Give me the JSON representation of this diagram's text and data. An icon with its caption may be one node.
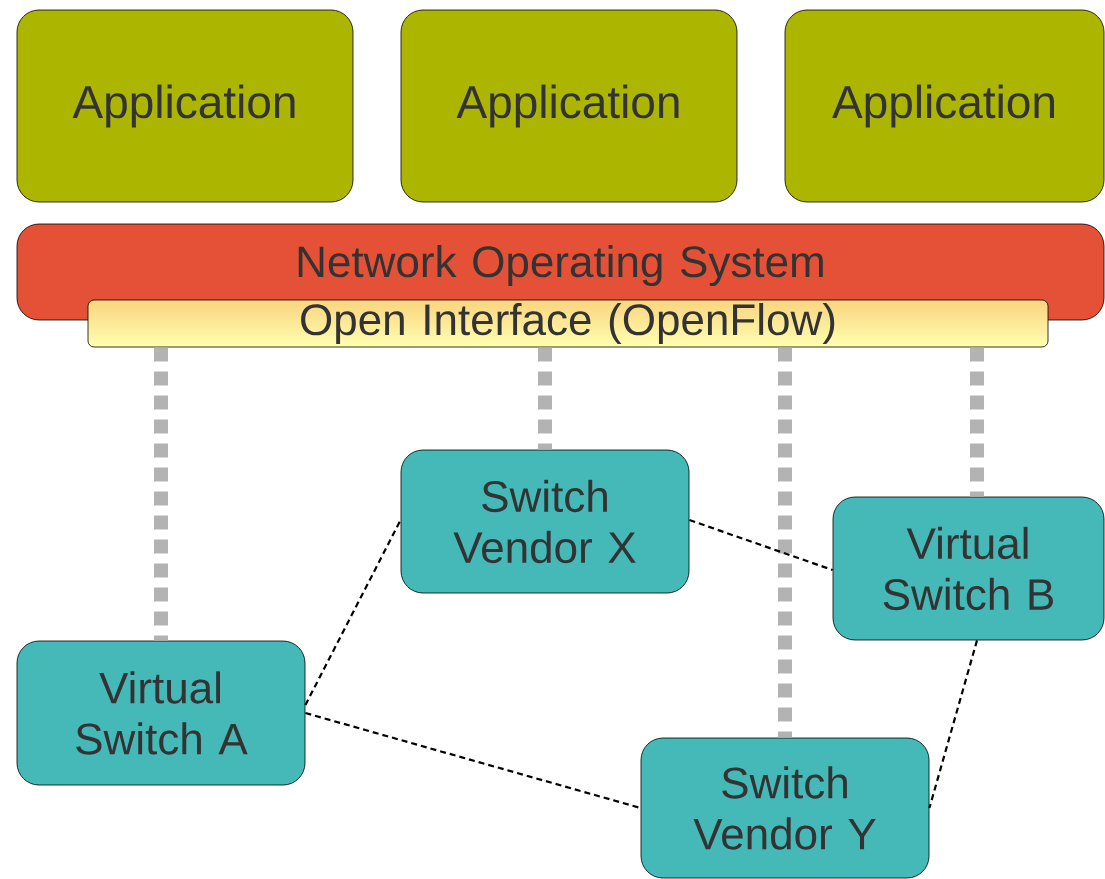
{
  "diagram": {
    "nodes": [
      {
        "text": [
          "Application"
        ]
      },
      {
        "text": [
          "Application"
        ]
      },
      {
        "text": [
          "Application"
        ]
      },
      {
        "text": [
          "Network Operating System"
        ]
      },
      {
        "text": [
          "Open Interface (OpenFlow)"
        ]
      },
      {
        "text": [
          "Switch Vendor X"
        ]
      },
      {
        "text": [
          "Virtual Switch B"
        ]
      },
      {
        "text": [
          "Virtual Switch A"
        ]
      },
      {
        "text": [
          "Switch Vendor Y"
        ]
      }
    ],
    "edges": [
      {
        "from": 4,
        "to": 7,
        "arrow": "none",
        "style": "dashed"
      },
      {
        "from": 4,
        "to": 5,
        "arrow": "none",
        "style": "dashed"
      },
      {
        "from": 4,
        "to": 8,
        "arrow": "none",
        "style": "dashed"
      },
      {
        "from": 4,
        "to": 6,
        "arrow": "none",
        "style": "dashed"
      },
      {
        "from": 5,
        "to": 6,
        "arrow": "none",
        "style": "dashed",
        "color": "#000000"
      },
      {
        "from": 7,
        "to": 5,
        "arrow": "none",
        "style": "dashed",
        "color": "#000000"
      },
      {
        "from": 7,
        "to": 8,
        "arrow": "none",
        "style": "dashed",
        "color": "#000000"
      },
      {
        "from": 6,
        "to": 8,
        "arrow": "none",
        "style": "dashed",
        "color": "#000000"
      }
    ]
  }
}
